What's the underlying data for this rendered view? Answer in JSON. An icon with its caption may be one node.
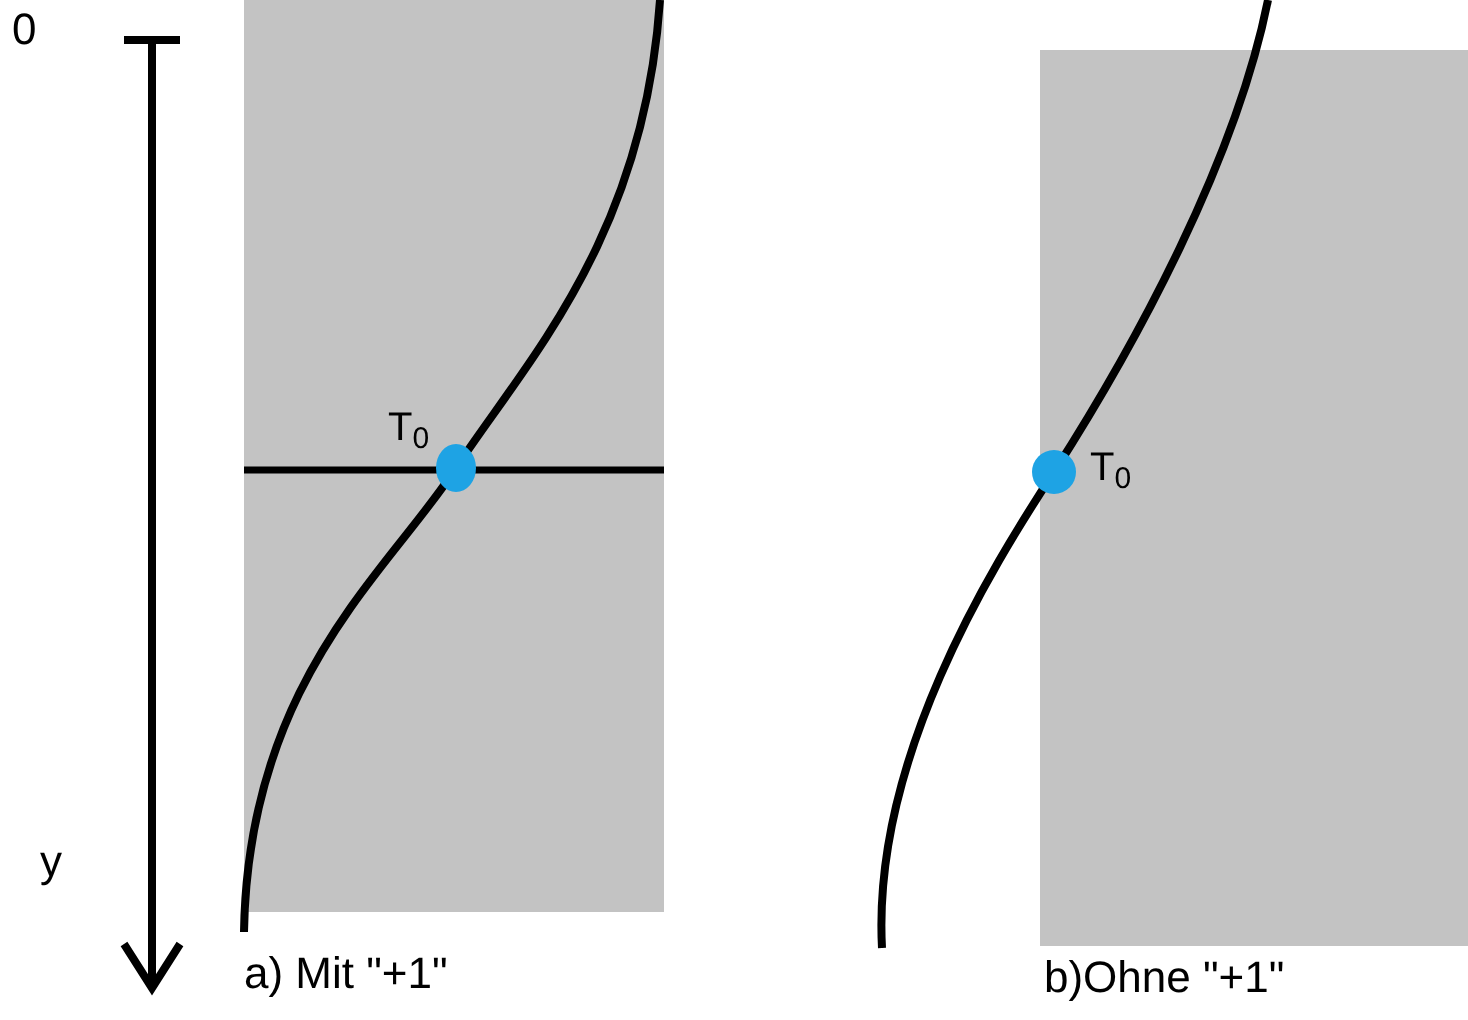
{
  "diagram": {
    "labels": [
      "0",
      "y",
      "T$_{0}$",
      "a) Mit \"+1\"",
      "T$_{0}$",
      "b)Ohne \"+1\""
    ]
  }
}
